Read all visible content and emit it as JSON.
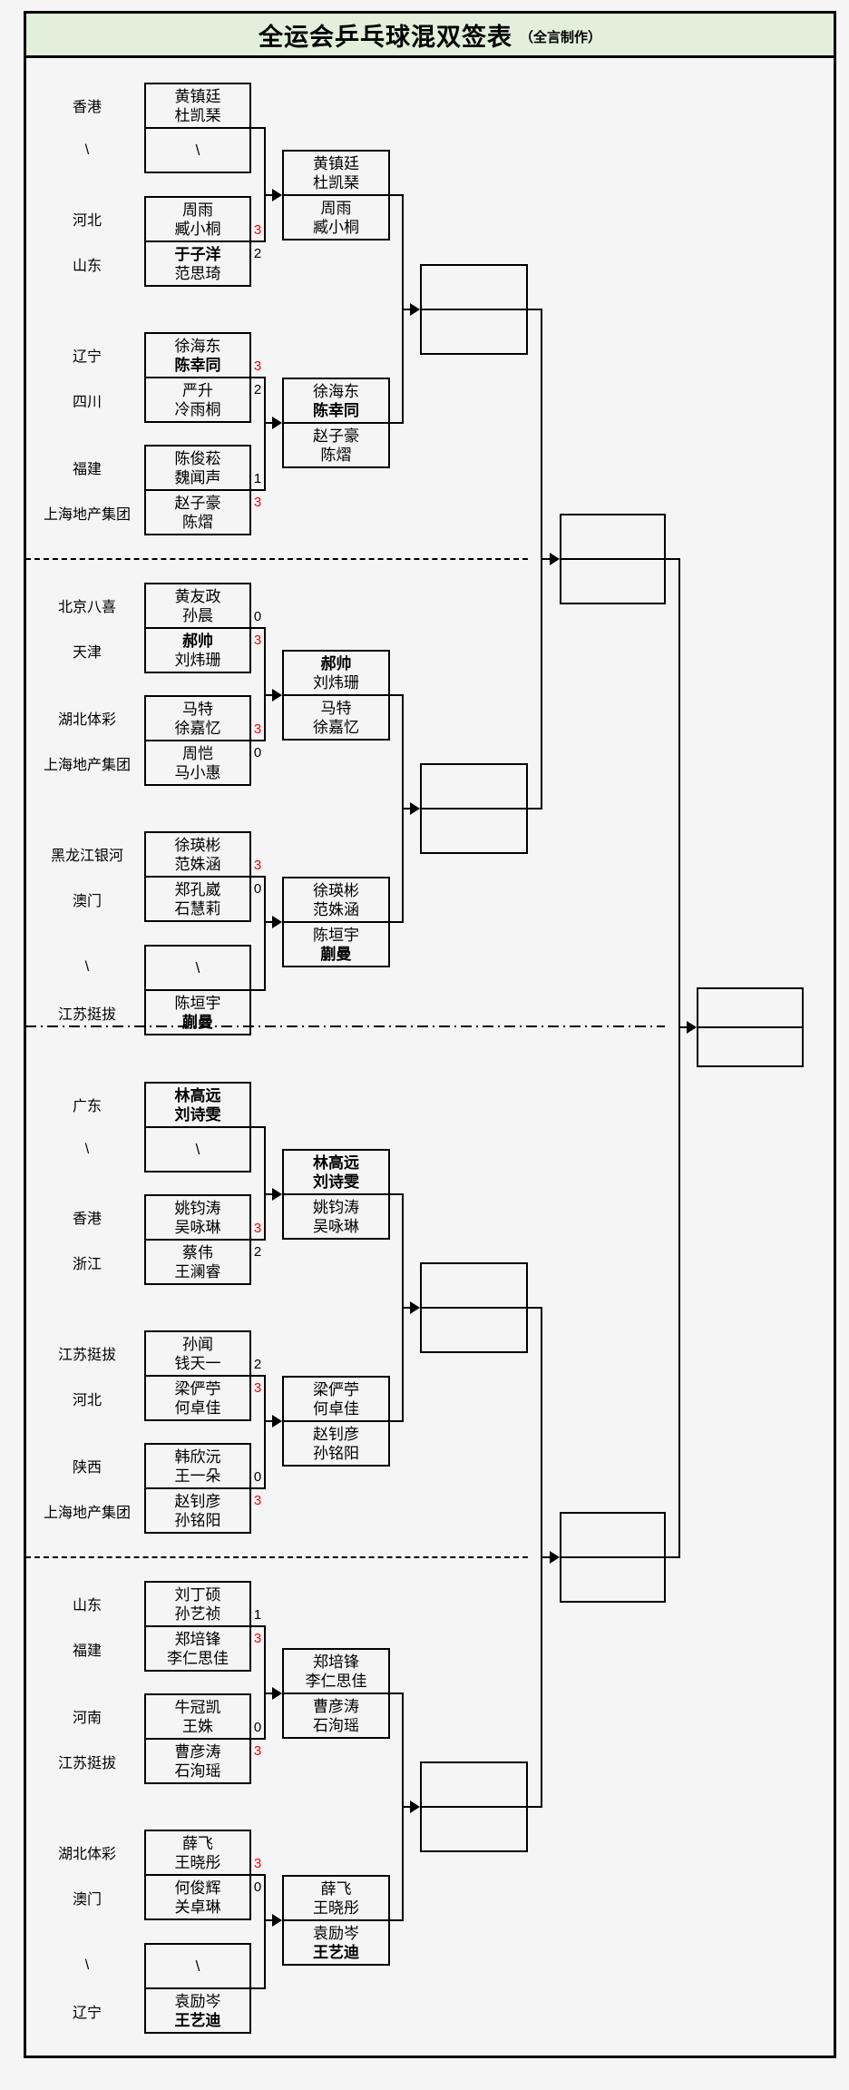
{
  "title": {
    "main": "全运会乒乓球混双签表",
    "sub": "（全言制作）"
  },
  "colors": {
    "title_bg": "#e2efda",
    "win_score": "#ff0000",
    "line": "#000000",
    "page_bg": "#f5f5f5"
  },
  "chart_data": {
    "type": "table",
    "title": "全运会乒乓球混双签表",
    "subtitle": "（全言制作）",
    "note": "single-elimination bracket; round1 shows 16 first-round slots with regions, pairs and set scores; round2 shows winners; later rounds empty"
  },
  "round1": [
    {
      "top": {
        "region": "香港",
        "players": [
          {
            "n": "黄镇廷"
          },
          {
            "n": "杜凯琹"
          }
        ],
        "score": null
      },
      "bottom": {
        "region": "\\",
        "players": [
          {
            "n": "\\"
          }
        ],
        "score": null
      }
    },
    {
      "top": {
        "region": "河北",
        "players": [
          {
            "n": "周雨"
          },
          {
            "n": "臧小桐"
          }
        ],
        "score": {
          "v": "3",
          "win": true
        }
      },
      "bottom": {
        "region": "山东",
        "players": [
          {
            "n": "于子洋",
            "b": true
          },
          {
            "n": "范思琦"
          }
        ],
        "score": {
          "v": "2",
          "win": false
        }
      }
    },
    {
      "top": {
        "region": "辽宁",
        "players": [
          {
            "n": "徐海东"
          },
          {
            "n": "陈幸同",
            "b": true
          }
        ],
        "score": {
          "v": "3",
          "win": true
        }
      },
      "bottom": {
        "region": "四川",
        "players": [
          {
            "n": "严升"
          },
          {
            "n": "冷雨桐"
          }
        ],
        "score": {
          "v": "2",
          "win": false
        }
      }
    },
    {
      "top": {
        "region": "福建",
        "players": [
          {
            "n": "陈俊菘"
          },
          {
            "n": "魏闻声"
          }
        ],
        "score": {
          "v": "1",
          "win": false
        }
      },
      "bottom": {
        "region": "上海地产集团",
        "players": [
          {
            "n": "赵子豪"
          },
          {
            "n": "陈熠"
          }
        ],
        "score": {
          "v": "3",
          "win": true
        }
      }
    },
    {
      "top": {
        "region": "北京八喜",
        "players": [
          {
            "n": "黄友政"
          },
          {
            "n": "孙晨"
          }
        ],
        "score": {
          "v": "0",
          "win": false
        }
      },
      "bottom": {
        "region": "天津",
        "players": [
          {
            "n": "郝帅",
            "b": true
          },
          {
            "n": "刘炜珊"
          }
        ],
        "score": {
          "v": "3",
          "win": true
        }
      }
    },
    {
      "top": {
        "region": "湖北体彩",
        "players": [
          {
            "n": "马特"
          },
          {
            "n": "徐嘉忆"
          }
        ],
        "score": {
          "v": "3",
          "win": true
        }
      },
      "bottom": {
        "region": "上海地产集团",
        "players": [
          {
            "n": "周恺"
          },
          {
            "n": "马小惠"
          }
        ],
        "score": {
          "v": "0",
          "win": false
        }
      }
    },
    {
      "top": {
        "region": "黑龙江银河",
        "players": [
          {
            "n": "徐瑛彬"
          },
          {
            "n": "范姝涵"
          }
        ],
        "score": {
          "v": "3",
          "win": true
        }
      },
      "bottom": {
        "region": "澳门",
        "players": [
          {
            "n": "郑孔崴"
          },
          {
            "n": "石慧莉"
          }
        ],
        "score": {
          "v": "0",
          "win": false
        }
      }
    },
    {
      "top": {
        "region": "\\",
        "players": [
          {
            "n": "\\"
          }
        ],
        "score": null
      },
      "bottom": {
        "region": "江苏挺拔",
        "players": [
          {
            "n": "陈垣宇"
          },
          {
            "n": "蒯曼",
            "b": true
          }
        ],
        "score": null
      }
    },
    {
      "top": {
        "region": "广东",
        "players": [
          {
            "n": "林高远",
            "b": true
          },
          {
            "n": "刘诗雯",
            "b": true
          }
        ],
        "score": null
      },
      "bottom": {
        "region": "\\",
        "players": [
          {
            "n": "\\"
          }
        ],
        "score": null
      }
    },
    {
      "top": {
        "region": "香港",
        "players": [
          {
            "n": "姚钧涛"
          },
          {
            "n": "吴咏琳"
          }
        ],
        "score": {
          "v": "3",
          "win": true
        }
      },
      "bottom": {
        "region": "浙江",
        "players": [
          {
            "n": "蔡伟"
          },
          {
            "n": "王澜睿"
          }
        ],
        "score": {
          "v": "2",
          "win": false
        }
      }
    },
    {
      "top": {
        "region": "江苏挺拔",
        "players": [
          {
            "n": "孙闻"
          },
          {
            "n": "钱天一"
          }
        ],
        "score": {
          "v": "2",
          "win": false
        }
      },
      "bottom": {
        "region": "河北",
        "players": [
          {
            "n": "梁俨苧"
          },
          {
            "n": "何卓佳"
          }
        ],
        "score": {
          "v": "3",
          "win": true
        }
      }
    },
    {
      "top": {
        "region": "陕西",
        "players": [
          {
            "n": "韩欣沅"
          },
          {
            "n": "王一朵"
          }
        ],
        "score": {
          "v": "0",
          "win": false
        }
      },
      "bottom": {
        "region": "上海地产集团",
        "players": [
          {
            "n": "赵钊彦"
          },
          {
            "n": "孙铭阳"
          }
        ],
        "score": {
          "v": "3",
          "win": true
        }
      }
    },
    {
      "top": {
        "region": "山东",
        "players": [
          {
            "n": "刘丁硕"
          },
          {
            "n": "孙艺祯"
          }
        ],
        "score": {
          "v": "1",
          "win": false
        }
      },
      "bottom": {
        "region": "福建",
        "players": [
          {
            "n": "郑培锋"
          },
          {
            "n": "李仁思佳"
          }
        ],
        "score": {
          "v": "3",
          "win": true
        }
      }
    },
    {
      "top": {
        "region": "河南",
        "players": [
          {
            "n": "牛冠凯"
          },
          {
            "n": "王姝"
          }
        ],
        "score": {
          "v": "0",
          "win": false
        }
      },
      "bottom": {
        "region": "江苏挺拔",
        "players": [
          {
            "n": "曹彦涛"
          },
          {
            "n": "石洵瑶"
          }
        ],
        "score": {
          "v": "3",
          "win": true
        }
      }
    },
    {
      "top": {
        "region": "湖北体彩",
        "players": [
          {
            "n": "薛飞"
          },
          {
            "n": "王晓彤"
          }
        ],
        "score": {
          "v": "3",
          "win": true
        }
      },
      "bottom": {
        "region": "澳门",
        "players": [
          {
            "n": "何俊辉"
          },
          {
            "n": "关卓琳"
          }
        ],
        "score": {
          "v": "0",
          "win": false
        }
      }
    },
    {
      "top": {
        "region": "\\",
        "players": [
          {
            "n": "\\"
          }
        ],
        "score": null
      },
      "bottom": {
        "region": "辽宁",
        "players": [
          {
            "n": "袁励岑"
          },
          {
            "n": "王艺迪",
            "b": true
          }
        ],
        "score": null
      }
    }
  ],
  "round2": [
    {
      "top": [
        {
          "n": "黄镇廷"
        },
        {
          "n": "杜凯琹"
        }
      ],
      "bottom": [
        {
          "n": "周雨"
        },
        {
          "n": "臧小桐"
        }
      ]
    },
    {
      "top": [
        {
          "n": "徐海东"
        },
        {
          "n": "陈幸同",
          "b": true
        }
      ],
      "bottom": [
        {
          "n": "赵子豪"
        },
        {
          "n": "陈熠"
        }
      ]
    },
    {
      "top": [
        {
          "n": "郝帅",
          "b": true
        },
        {
          "n": "刘炜珊"
        }
      ],
      "bottom": [
        {
          "n": "马特"
        },
        {
          "n": "徐嘉忆"
        }
      ]
    },
    {
      "top": [
        {
          "n": "徐瑛彬"
        },
        {
          "n": "范姝涵"
        }
      ],
      "bottom": [
        {
          "n": "陈垣宇"
        },
        {
          "n": "蒯曼",
          "b": true
        }
      ]
    },
    {
      "top": [
        {
          "n": "林高远",
          "b": true
        },
        {
          "n": "刘诗雯",
          "b": true
        }
      ],
      "bottom": [
        {
          "n": "姚钧涛"
        },
        {
          "n": "吴咏琳"
        }
      ]
    },
    {
      "top": [
        {
          "n": "梁俨苧"
        },
        {
          "n": "何卓佳"
        }
      ],
      "bottom": [
        {
          "n": "赵钊彦"
        },
        {
          "n": "孙铭阳"
        }
      ]
    },
    {
      "top": [
        {
          "n": "郑培锋"
        },
        {
          "n": "李仁思佳"
        }
      ],
      "bottom": [
        {
          "n": "曹彦涛"
        },
        {
          "n": "石洵瑶"
        }
      ]
    },
    {
      "top": [
        {
          "n": "薛飞"
        },
        {
          "n": "王晓彤"
        }
      ],
      "bottom": [
        {
          "n": "袁励岑"
        },
        {
          "n": "王艺迪",
          "b": true
        }
      ]
    }
  ],
  "round3_quarterfinals": [
    "",
    "",
    "",
    ""
  ],
  "round4_semifinals": [
    "",
    ""
  ],
  "final_slots": [
    ""
  ]
}
